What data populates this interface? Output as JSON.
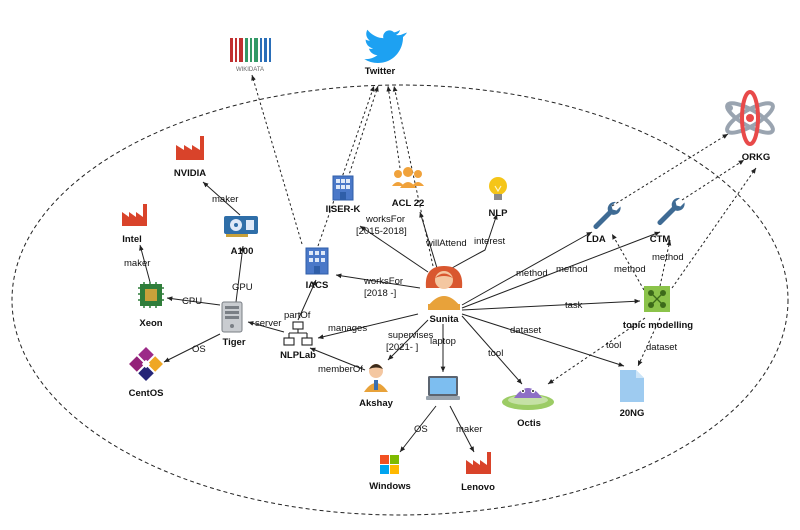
{
  "nodes": {
    "sunita": "Sunita",
    "twitter": "Twitter",
    "wikidata_logo": "WIKIDATA",
    "orkg": "ORKG",
    "iiser": "IISER-K",
    "acl": "ACL 22",
    "nlp": "NLP",
    "iacs": "IACS",
    "nlplab": "NLPLab",
    "akshay": "Akshay",
    "laptop_node": "",
    "windows": "Windows",
    "lenovo": "Lenovo",
    "tiger": "Tiger",
    "xeon": "Xeon",
    "intel": "Intel",
    "a100": "A100",
    "nvidia": "NVIDIA",
    "centos": "CentOS",
    "lda": "LDA",
    "ctm": "CTM",
    "topic": "topic modelling",
    "octis": "Octis",
    "ng20": "20NG"
  },
  "edges": {
    "worksFor1_a": "worksFor",
    "worksFor1_b": "[2015-2018]",
    "worksFor2_a": "worksFor",
    "worksFor2_b": "[2018 -]",
    "willAttend": "willAttend",
    "interest": "interest",
    "partOf": "partOf",
    "manages": "manages",
    "supervises_a": "supervises",
    "supervises_b": "[2021- ]",
    "laptop": "laptop",
    "memberOf": "memberOf",
    "os_laptop": "OS",
    "maker_laptop": "maker",
    "server": "server",
    "cpu": "CPU",
    "gpu": "GPU",
    "os_tiger": "OS",
    "maker_xeon": "maker",
    "maker_a100": "maker",
    "method1": "method",
    "method2": "method",
    "task": "task",
    "dataset1": "dataset",
    "tool1": "tool",
    "method3": "method",
    "method4": "method",
    "tool2": "tool",
    "dataset2": "dataset"
  },
  "colors": {
    "twitter": "#1da1f2",
    "factory": "#d9432a",
    "building": "#4a78c8",
    "bulb": "#f5c518",
    "wrench": "#3f6b94",
    "topic": "#8bc34a",
    "file": "#9ecbf0",
    "alien": "#8e6fc6",
    "orkg_red": "#e84a4a",
    "orkg_grey": "#9aa4b0"
  },
  "icons": {
    "twitter": "twitter-bird-icon",
    "wikidata": "wikidata-logo",
    "orkg": "orkg-atom-logo",
    "iiser": "building-icon",
    "iacs": "building-icon",
    "acl": "people-group-icon",
    "nlp": "lightbulb-icon",
    "sunita": "woman-avatar-icon",
    "akshay": "man-avatar-icon",
    "nlplab": "network-icon",
    "laptop": "laptop-icon",
    "windows": "windows-logo-icon",
    "lenovo": "factory-icon",
    "tiger": "server-tower-icon",
    "xeon": "cpu-chip-icon",
    "a100": "gpu-card-icon",
    "intel": "factory-icon",
    "nvidia": "factory-icon",
    "centos": "centos-logo-icon",
    "lda": "wrench-icon",
    "ctm": "wrench-icon",
    "topic": "topic-network-icon",
    "octis": "alien-ufo-icon",
    "ng20": "file-icon"
  }
}
